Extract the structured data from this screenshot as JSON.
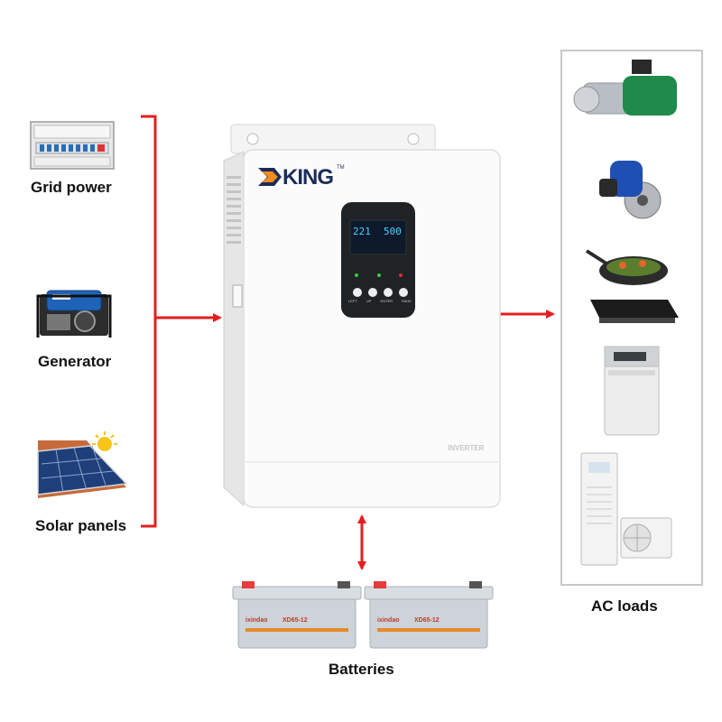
{
  "sources": [
    {
      "label": "Grid power",
      "icon": "distribution-box-icon"
    },
    {
      "label": "Generator",
      "icon": "generator-icon"
    },
    {
      "label": "Solar panels",
      "icon": "solar-panel-icon"
    }
  ],
  "inverter": {
    "brand": "KING",
    "trademark": "TM",
    "display_voltage": "221",
    "display_power": "500",
    "buttons": [
      "LEFT",
      "UP",
      "ENTER",
      "PAGE"
    ],
    "model_text": "INVERTER"
  },
  "batteries": {
    "label": "Batteries",
    "unit_brand": "ixindao",
    "unit_model": "XD65-12",
    "count": 2
  },
  "loads": {
    "label": "AC loads",
    "items": [
      "water-pump-icon",
      "angle-grinder-icon",
      "induction-cooker-icon",
      "washing-machine-icon",
      "air-conditioner-icon"
    ]
  },
  "colors": {
    "arrow": "#e41e1e",
    "accent_orange": "#f28c1c",
    "panel_dark": "#1f2326"
  }
}
